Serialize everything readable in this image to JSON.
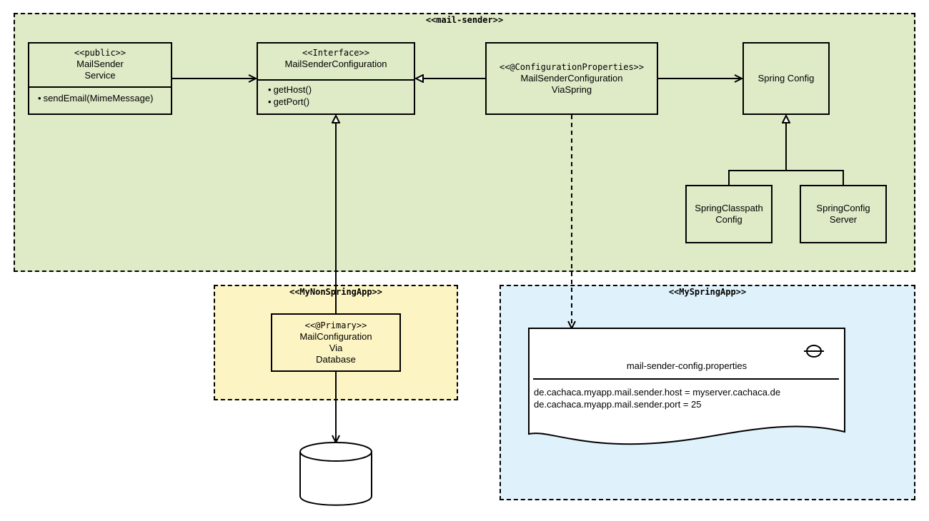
{
  "colors": {
    "mail_sender_bg": "#dfeac7",
    "non_spring_bg": "#fcf4c3",
    "spring_bg": "#dff2fb",
    "stroke": "#000000"
  },
  "packages": {
    "mail_sender": "<<mail-sender>>",
    "non_spring": "<<MyNonSpringApp>>",
    "spring": "<<MySpringApp>>"
  },
  "classes": {
    "mail_sender_service": {
      "stereotype": "<<public>>",
      "name_line1": "MailSender",
      "name_line2": "Service",
      "members": [
        "sendEmail(MimeMessage)"
      ]
    },
    "mail_sender_configuration": {
      "stereotype": "<<Interface>>",
      "name": "MailSenderConfiguration",
      "members": [
        "getHost()",
        "getPort()"
      ]
    },
    "config_via_spring": {
      "stereotype": "<<@ConfigurationProperties>>",
      "name_line1": "MailSenderConfiguration",
      "name_line2": "ViaSpring"
    },
    "spring_config": {
      "name": "Spring Config"
    },
    "spring_classpath_config": {
      "name_line1": "SpringClasspath",
      "name_line2": "Config"
    },
    "spring_config_server": {
      "name_line1": "SpringConfig",
      "name_line2": "Server"
    },
    "config_via_database": {
      "stereotype": "<<@Primary>>",
      "name_line1": "MailConfiguration",
      "name_line2": "Via",
      "name_line3": "Database"
    }
  },
  "properties_file": {
    "title": "mail-sender-config.properties",
    "icon": "file-icon",
    "lines": [
      "de.cachaca.myapp.mail.sender.host = myserver.cachaca.de",
      "de.cachaca.myapp.mail.sender.port = 25"
    ]
  },
  "database": {
    "icon": "database-cylinder-icon"
  }
}
